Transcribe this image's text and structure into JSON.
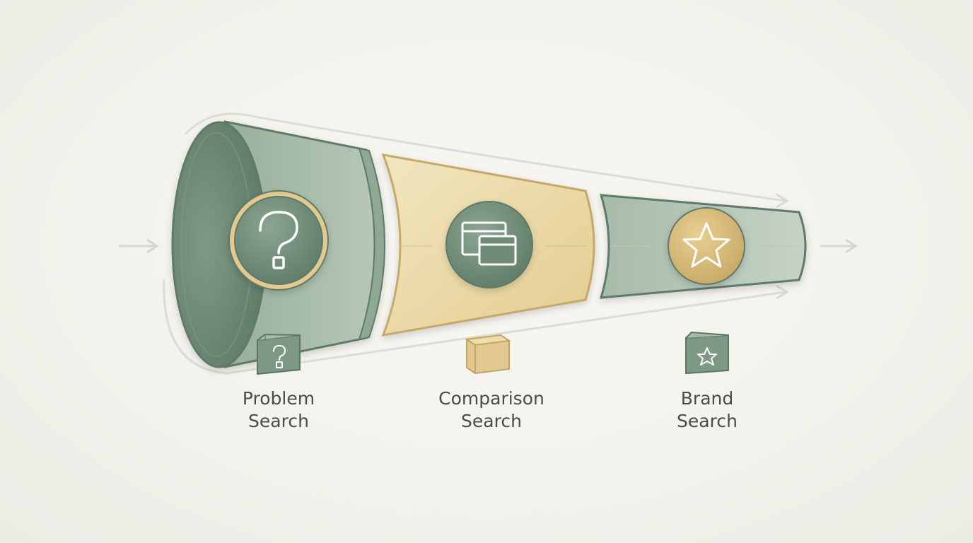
{
  "stages": [
    {
      "id": "problem",
      "label_line1": "Problem",
      "label_line2": "Search",
      "icon": "question-mark-icon",
      "cube_icon": "question-mark-icon"
    },
    {
      "id": "comparison",
      "label_line1": "Comparison",
      "label_line2": "Search",
      "icon": "browser-windows-icon",
      "cube_icon": "none"
    },
    {
      "id": "brand",
      "label_line1": "Brand",
      "label_line2": "Search",
      "icon": "star-icon",
      "cube_icon": "star-icon"
    }
  ],
  "colors": {
    "sage": "#9eb4a0",
    "sage_dark": "#5f7d68",
    "gold": "#e7d6a6",
    "gold_dark": "#c9ab6c",
    "background": "#f4f3ee",
    "text": "#4a4c48"
  }
}
